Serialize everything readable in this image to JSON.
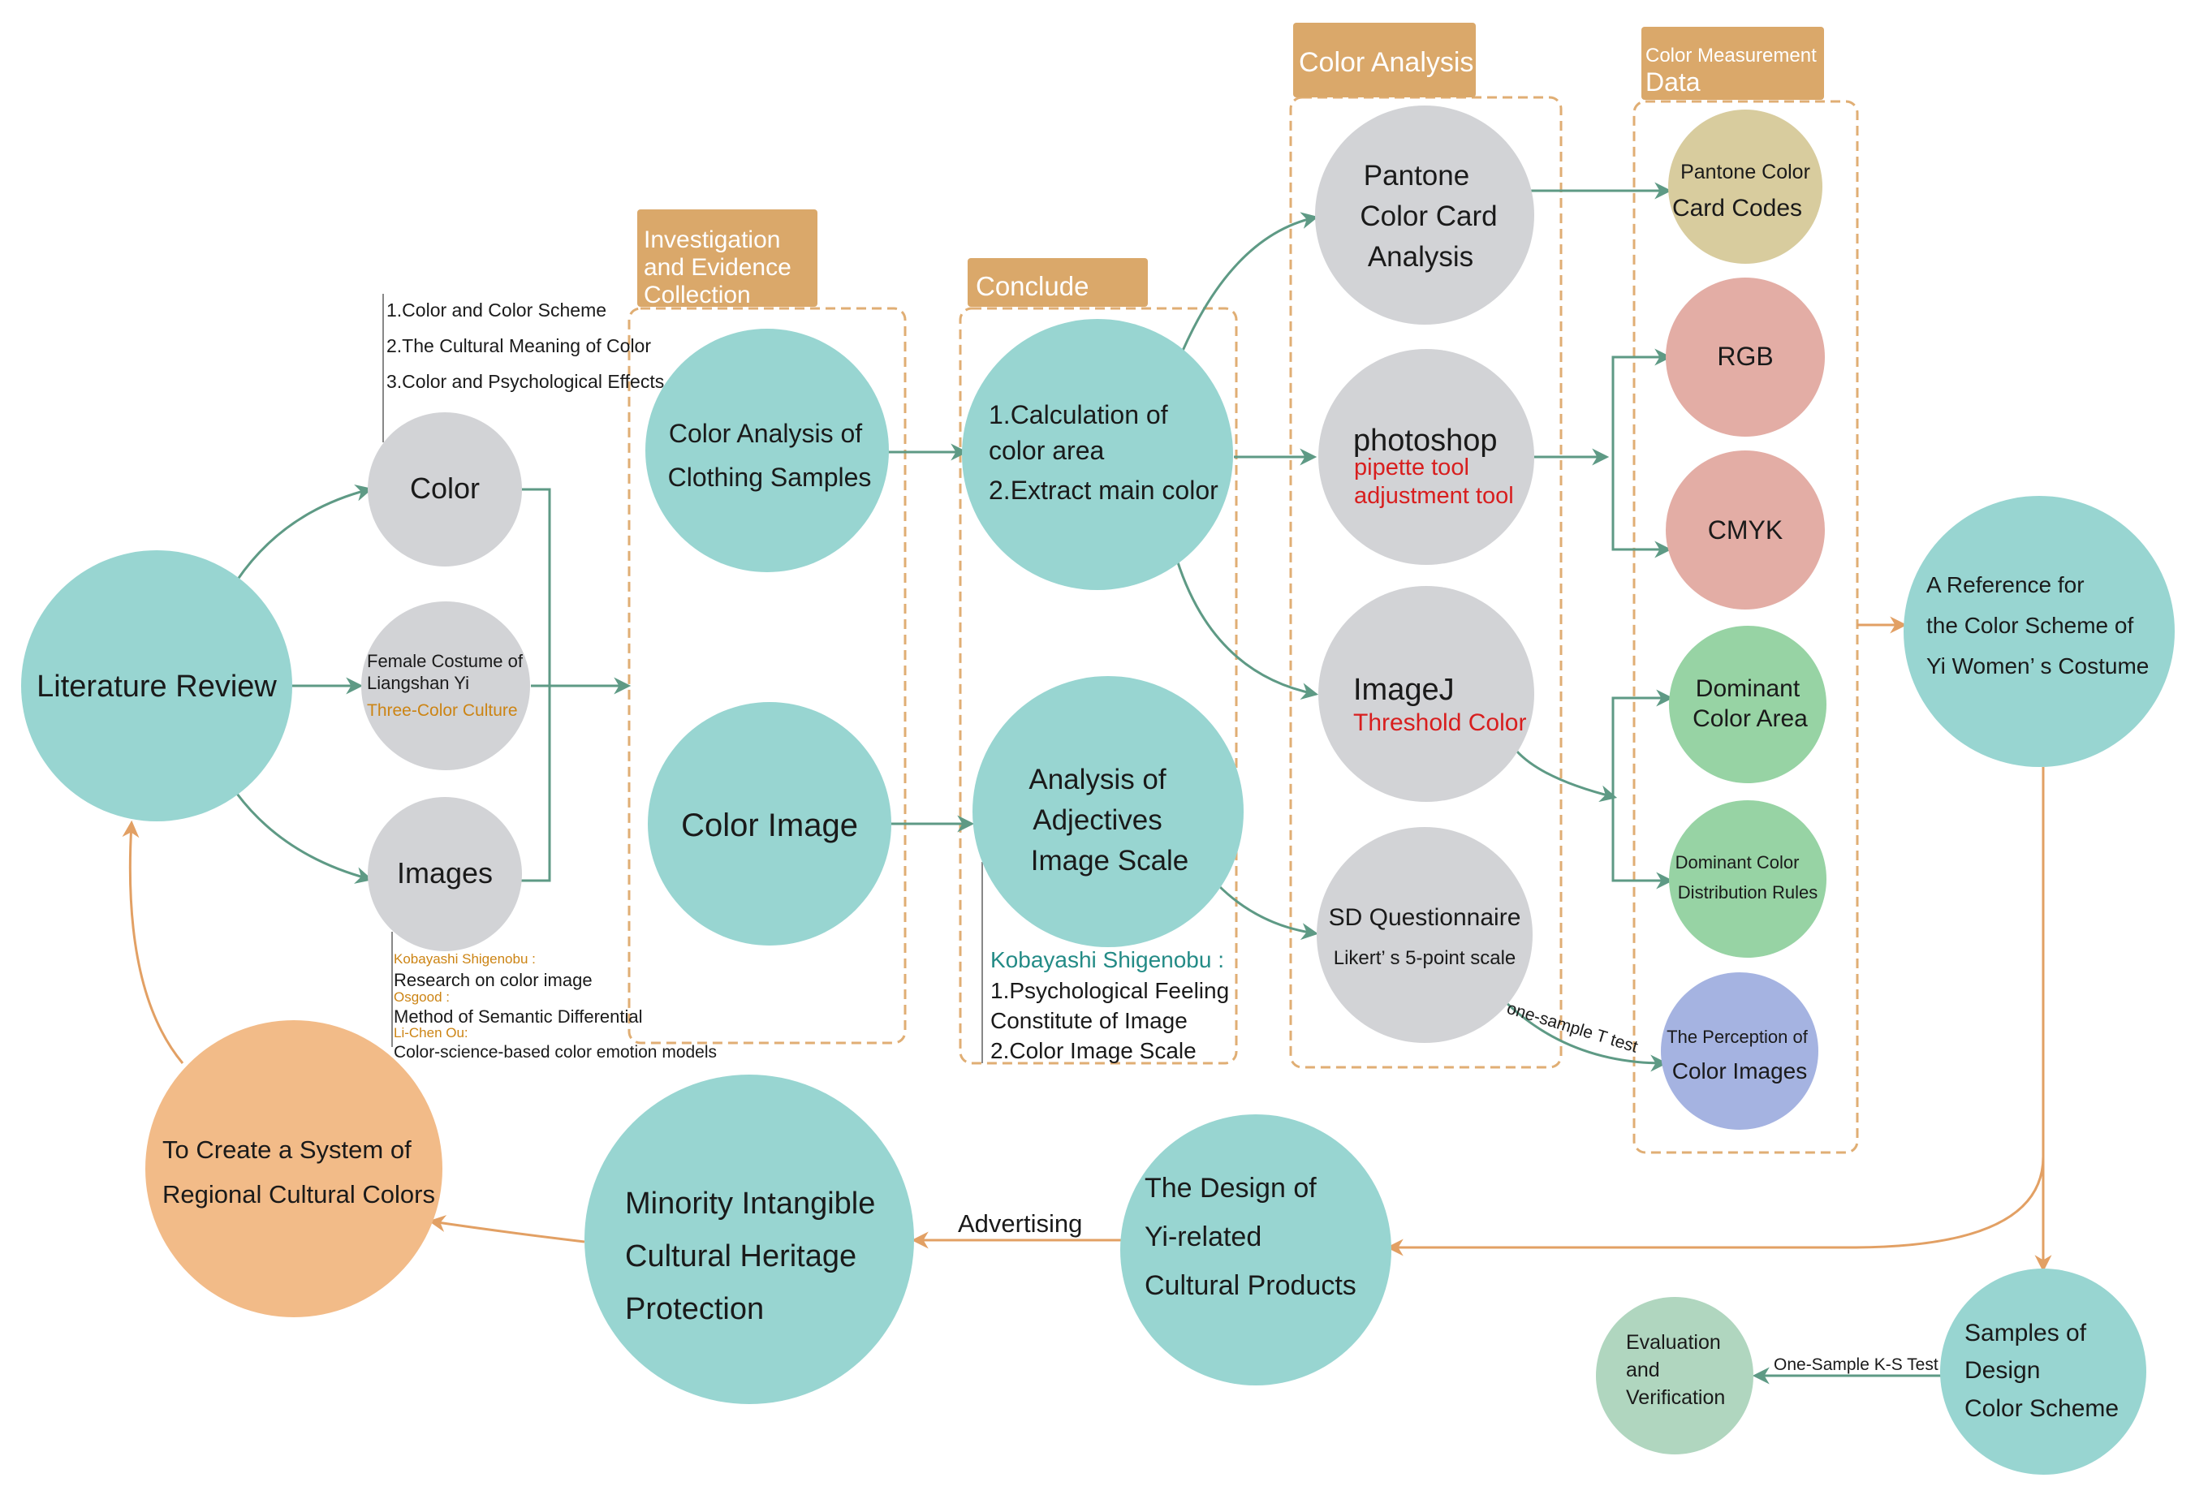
{
  "colors": {
    "teal": "#98D5D1",
    "gray": "#D2D3D6",
    "orange": "#F2BB88",
    "tan": "#D8CC9E",
    "pink": "#E3ADA5",
    "green": "#97D3A4",
    "blue": "#A5B3E1",
    "sage": "#B0D6BF",
    "header": "#DAA86A",
    "box_border": "#E0AE74",
    "arrow_green": "#5E9A85",
    "arrow_orange": "#E2A064",
    "red_text": "#D81E1E",
    "gold_text": "#CC8414",
    "teal_text": "#238B86"
  },
  "headers": {
    "investigation": [
      "Investigation",
      "and Evidence",
      "Collection"
    ],
    "conclude": "Conclude",
    "color_analysis": "Color Analysis",
    "measurement": [
      "Color Measurement",
      "Data"
    ]
  },
  "nodes": {
    "literature_review": "Literature Review",
    "color": "Color",
    "female_costume": [
      "Female Costume of",
      "Liangshan Yi"
    ],
    "three_color": "Three-Color Culture",
    "images": "Images",
    "clothing_samples": [
      "Color Analysis of",
      "Clothing Samples"
    ],
    "color_image": "Color Image",
    "calc_area": [
      "1.Calculation of",
      "color area",
      "2.Extract main color"
    ],
    "adjectives": [
      "Analysis of",
      "Adjectives",
      "Image Scale"
    ],
    "pantone_analysis": [
      "Pantone",
      "Color Card",
      "Analysis"
    ],
    "photoshop": "photoshop",
    "photoshop_tools": [
      "pipette tool",
      "adjustment tool"
    ],
    "imagej": "ImageJ",
    "threshold": "Threshold Color",
    "sd_q": "SD Questionnaire",
    "likert": "Likert’ s 5-point scale",
    "pantone_codes": [
      "Pantone  Color",
      "Card Codes"
    ],
    "rgb": "RGB",
    "cmyk": "CMYK",
    "dominant_area": [
      "Dominant",
      "Color Area"
    ],
    "dominant_rules": [
      "Dominant Color",
      "Distribution Rules"
    ],
    "perception": [
      "The Perception of",
      "Color Images"
    ],
    "reference": [
      "A Reference for",
      "the Color Scheme of",
      "Yi Women’  s Costume"
    ],
    "samples_design": [
      "Samples of",
      "Design",
      "Color  Scheme"
    ],
    "evaluation": [
      "Evaluation",
      "and",
      "Verification"
    ],
    "design_yi": [
      "The Design of",
      "Yi-related",
      "Cultural Products"
    ],
    "minority": [
      "Minority Intangible",
      "Cultural Heritage",
      "Protection"
    ],
    "create_system": [
      "To Create a System of",
      "Regional Cultural Colors"
    ]
  },
  "labels": {
    "color_list": [
      "1.Color and Color Scheme",
      "2.The Cultural Meaning of Color",
      "3.Color and Psychological Effects"
    ],
    "refs": [
      {
        "name": "Kobayashi Shigenobu :",
        "text": "Research on color image"
      },
      {
        "name": "Osgood :",
        "text": "Method of Semantic Differential"
      },
      {
        "name": "Li-Chen Ou:",
        "text": "Color-science-based color emotion models"
      }
    ],
    "kobayashi_title": "Kobayashi Shigenobu :",
    "kobayashi_lines": [
      "1.Psychological Feeling",
      "Constitute of Image",
      "2.Color Image Scale"
    ],
    "t_test": "one-sample T test",
    "ks_test": "One-Sample K-S Test",
    "advertising": "Advertising"
  }
}
